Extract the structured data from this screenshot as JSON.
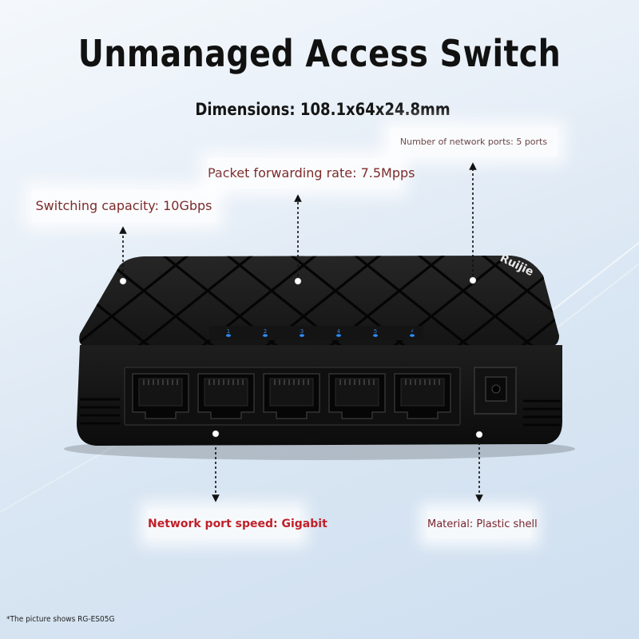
{
  "title": "Unmanaged Access Switch",
  "dimensions": "Dimensions: 108.1x64x24.8mm",
  "callouts": {
    "ports": "Number of network ports: 5 ports",
    "forwarding": "Packet forwarding rate: 7.5Mpps",
    "switching": "Switching capacity: 10Gbps",
    "speed": "Network port speed: Gigabit",
    "material": "Material: Plastic shell"
  },
  "device": {
    "brand": "Ruijie",
    "port_numbers": [
      "1",
      "2",
      "3",
      "4",
      "5",
      "⚡"
    ],
    "led_color": "#2b8cff",
    "body_color": "#1b1b1b"
  },
  "footnote": "*The picture shows RG-ES05G"
}
